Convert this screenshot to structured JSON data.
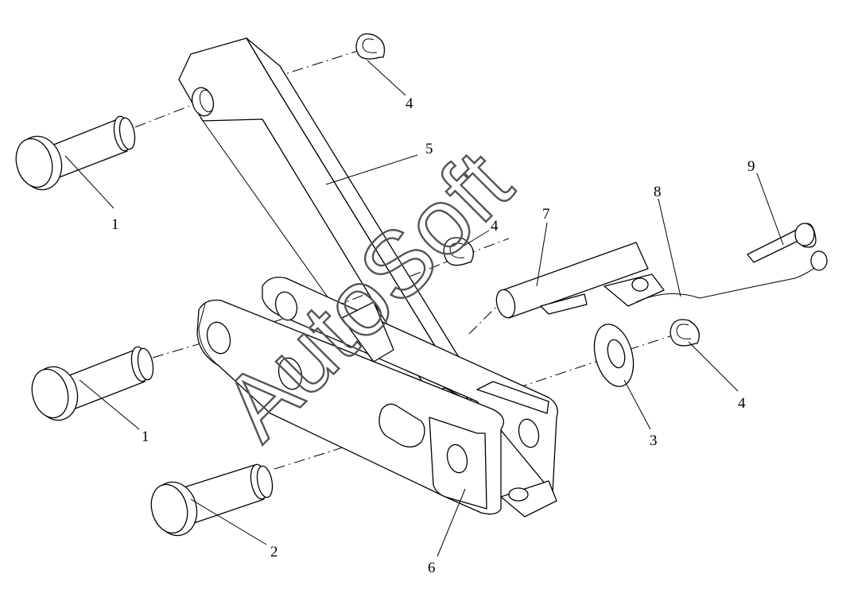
{
  "watermark": "AutoSoft",
  "callouts": [
    {
      "id": "c1a",
      "label": "1"
    },
    {
      "id": "c1b",
      "label": "1"
    },
    {
      "id": "c2",
      "label": "2"
    },
    {
      "id": "c3",
      "label": "3"
    },
    {
      "id": "c4a",
      "label": "4"
    },
    {
      "id": "c4b",
      "label": "4"
    },
    {
      "id": "c4c",
      "label": "4"
    },
    {
      "id": "c5",
      "label": "5"
    },
    {
      "id": "c6",
      "label": "6"
    },
    {
      "id": "c7",
      "label": "7"
    },
    {
      "id": "c8",
      "label": "8"
    },
    {
      "id": "c9",
      "label": "9"
    }
  ]
}
